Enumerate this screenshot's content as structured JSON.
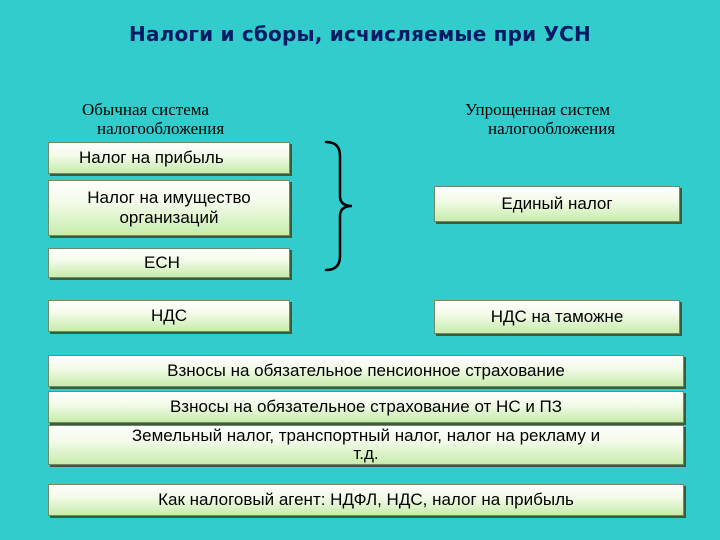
{
  "title": "Налоги и сборы, исчисляемые при УСН",
  "left_header": [
    "Обычная система",
    "налогообложения"
  ],
  "right_header": [
    "Упрощенная систем",
    "налогообложения"
  ],
  "left_boxes": {
    "profit_tax": "Налог на прибыль",
    "property_tax": [
      "Налог на имущество",
      "организаций"
    ],
    "esn": "ЕСН",
    "vat": "НДС"
  },
  "right_boxes": {
    "single_tax": "Единый налог",
    "customs_vat": "НДС на таможне"
  },
  "bottom_boxes": {
    "pension": "Взносы на обязательное пенсионное страхование",
    "accident": "Взносы на обязательное страхование от НС и ПЗ",
    "land_tax": [
      "Земельный налог, транспортный налог, налог на рекламу и",
      "т.д."
    ],
    "tax_agent": "Как налоговый агент: НДФЛ, НДС, налог на прибыль"
  },
  "colors": {
    "background": "#33CCCC",
    "title": "#001a66",
    "box_fill": "#c7ecac"
  }
}
